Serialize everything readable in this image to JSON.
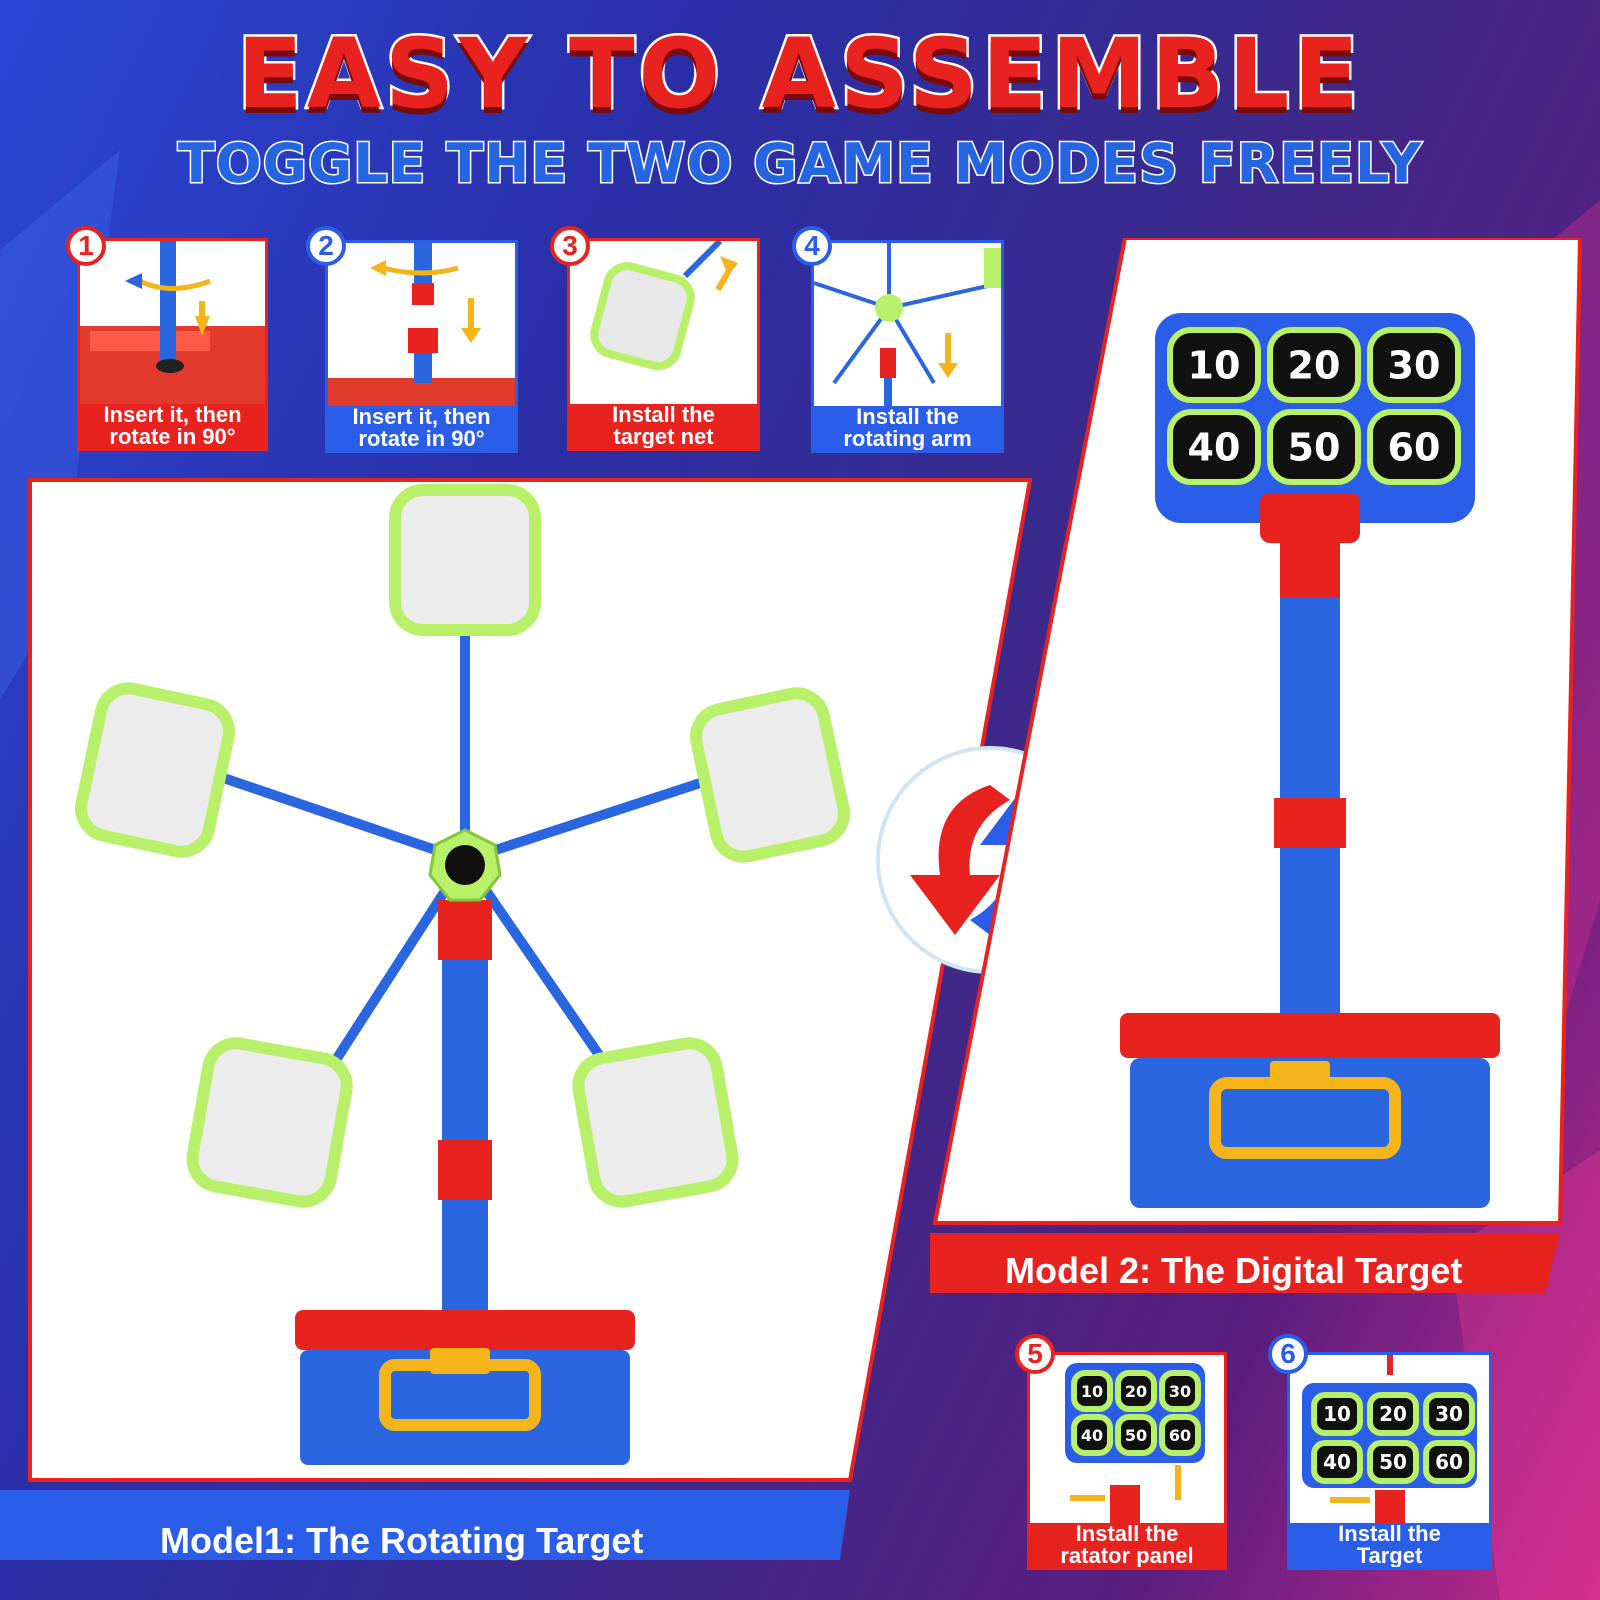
{
  "header": {
    "title": "EASY TO ASSEMBLE",
    "subtitle": "TOGGLE THE TWO GAME MODES FREELY"
  },
  "steps": [
    {
      "number": "1",
      "line1": "Insert it, then",
      "line2": "rotate in 90°"
    },
    {
      "number": "2",
      "line1": "Insert it, then",
      "line2": "rotate in 90°"
    },
    {
      "number": "3",
      "line1": "Install the",
      "line2": "target net"
    },
    {
      "number": "4",
      "line1": "Install the",
      "line2": "rotating arm"
    },
    {
      "number": "5",
      "line1": "Install the",
      "line2": "ratator panel"
    },
    {
      "number": "6",
      "line1": "Install the",
      "line2": "Target"
    }
  ],
  "models": {
    "model1": "Model1: The Rotating Target",
    "model2": "Model 2: The Digital Target"
  },
  "scores": [
    "10",
    "20",
    "30",
    "40",
    "50",
    "60"
  ],
  "colors": {
    "red": "#e8231f",
    "blue": "#2a5ee8",
    "lime": "#b8f06a"
  }
}
